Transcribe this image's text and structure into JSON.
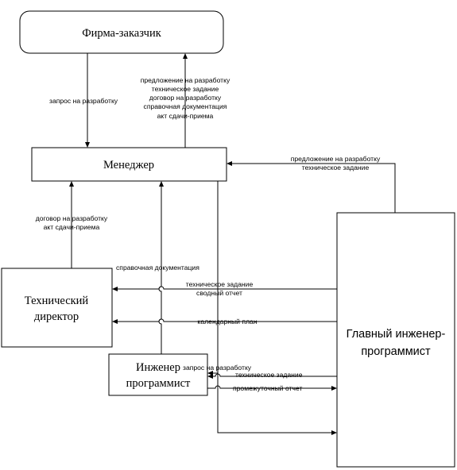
{
  "nodes": {
    "client": "Фирма-заказчик",
    "manager": "Менеджер",
    "tech_director": [
      "Технический",
      "директор"
    ],
    "engineer": [
      "Инженер",
      "программист"
    ],
    "chief_engineer": [
      "Главный инженер-",
      "программист"
    ]
  },
  "edges": {
    "client_to_manager": [
      "запрос на разработку"
    ],
    "manager_to_client": [
      "предложение на разработку",
      "техническое задание",
      "договор на разработку",
      "справочная документация",
      "акт сдачи-приема"
    ],
    "chief_to_manager": [
      "предложение на разработку",
      "техническое задание"
    ],
    "director_to_manager": [
      "договор на разработку",
      "акт сдачи-приема"
    ],
    "engineer_to_manager": [
      "справочная документация"
    ],
    "chief_to_director_1": [
      "техническое задание",
      "сводный отчет"
    ],
    "chief_to_director_2": [
      "календарный план"
    ],
    "manager_to_engineer": [
      "запрос на разработку"
    ],
    "chief_to_engineer": [
      "техническое задание"
    ],
    "engineer_to_chief": [
      "промежуточный отчет"
    ]
  }
}
